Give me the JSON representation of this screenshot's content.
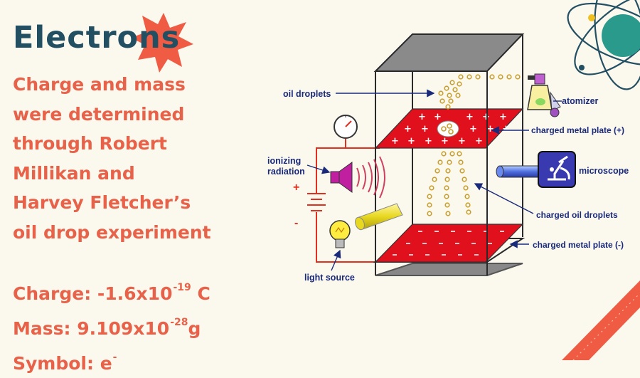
{
  "slide": {
    "title": "Electrons",
    "body_lines": [
      "Charge and mass",
      "were determined",
      "through Robert",
      "Millikan and",
      "Harvey Fletcher’s",
      "oil drop experiment"
    ],
    "charge_prefix": "Charge: -1.6x10",
    "charge_exponent": "-19",
    "charge_unit": " C",
    "mass_prefix": "Mass: 9.109x10",
    "mass_exponent": "-28",
    "mass_unit": "g",
    "symbol_prefix": "Symbol: e",
    "symbol_exponent": "-"
  },
  "diagram": {
    "labels": {
      "oil_droplets": "oil droplets",
      "atomizer": "atomizer",
      "plate_positive": "charged metal plate (+)",
      "ionizing_line1": "ionizing",
      "ionizing_line2": "radiation",
      "microscope": "microscope",
      "charged_oil_droplets": "charged oil droplets",
      "plate_negative": "charged metal plate (-)",
      "light_source": "light source",
      "battery_plus": "+",
      "battery_minus": "-"
    },
    "plate_symbols": {
      "positive": "+",
      "negative": "-"
    }
  },
  "colors": {
    "title": "#234f63",
    "accent": "#e8624a",
    "label": "#1a2a7a",
    "plate": "#e0101c",
    "wire": "#e03020",
    "droplet": "#c8a030",
    "microscope_box": "#3a3ab0",
    "background": "#fbf8ee"
  }
}
